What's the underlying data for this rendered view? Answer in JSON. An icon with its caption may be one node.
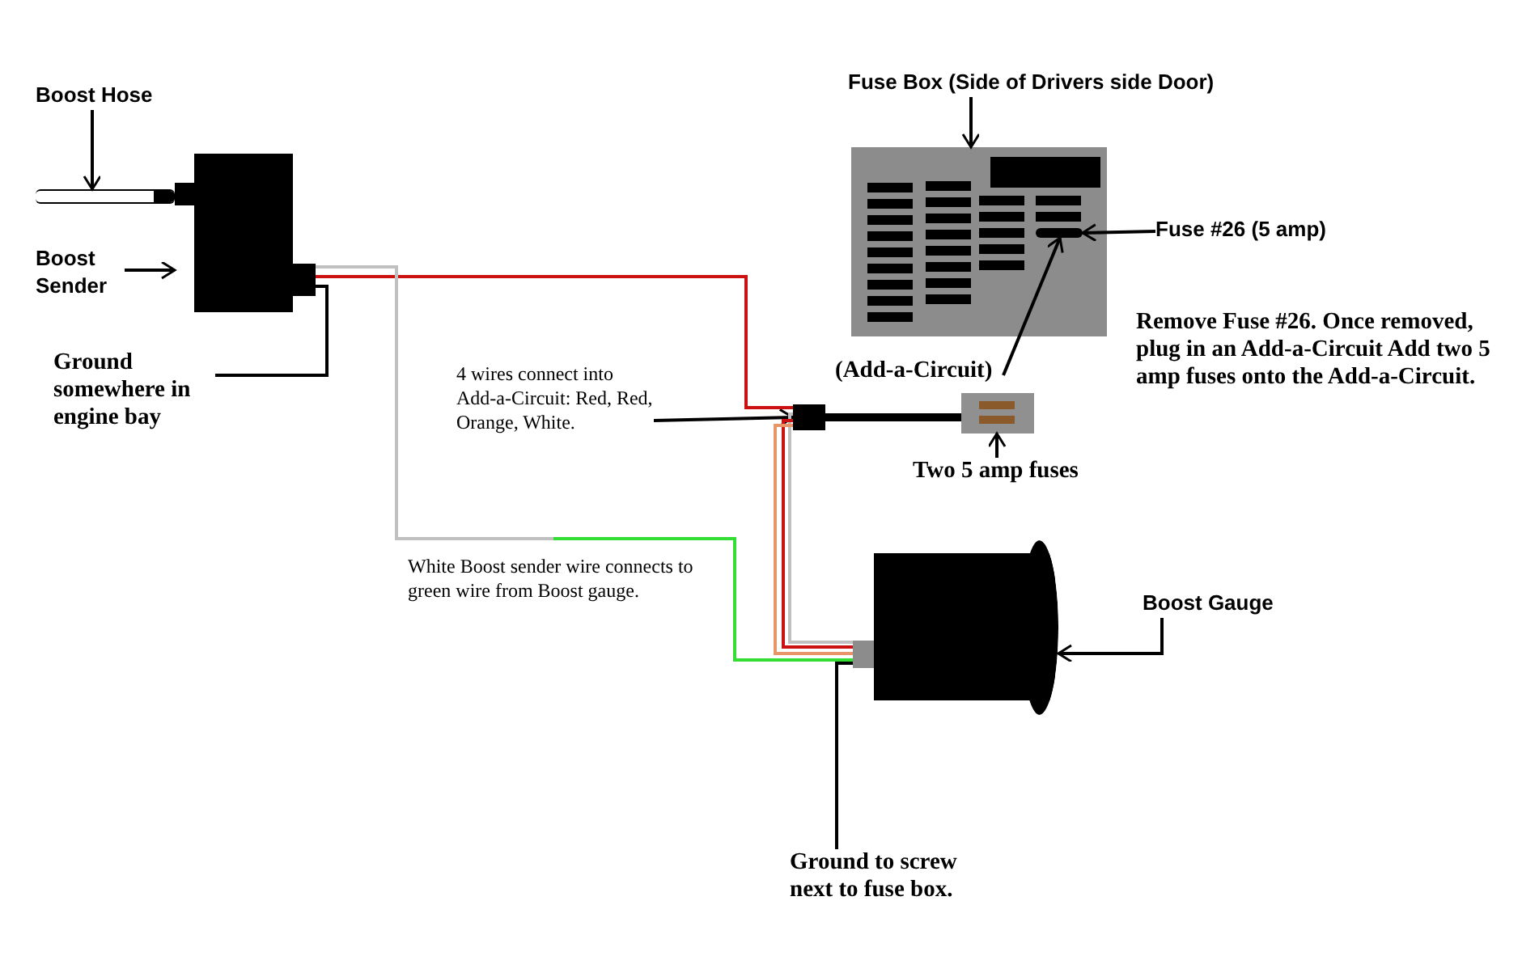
{
  "diagram": {
    "nodes": [
      {
        "text": [
          "Boost Hose"
        ]
      },
      {
        "text": [],
        "shape": "bar"
      },
      {
        "text": [
          "Boost Sender"
        ]
      },
      {
        "text": [],
        "shape": "box"
      },
      {
        "text": [
          "Ground somewhere in engine bay"
        ]
      },
      {
        "text": [
          "Fuse Box (Side of Drivers side Door)"
        ]
      },
      {
        "text": [],
        "shape": "box"
      },
      {
        "text": [],
        "shape": "bar",
        "in": 6
      },
      {
        "text": [
          "Fuse #26 (5 amp)"
        ]
      },
      {
        "text": [
          "(Add-a-Circuit)"
        ]
      },
      {
        "text": [],
        "shape": "box"
      },
      {
        "text": [],
        "shape": "box"
      },
      {
        "text": [
          "Two 5 amp fuses"
        ]
      },
      {
        "text": [
          "4 wires connect into Add-a-Circuit: Red, Red, Orange, White."
        ]
      },
      {
        "text": [],
        "shape": "cylinder"
      },
      {
        "text": [
          "Boost Gauge"
        ]
      },
      {
        "text": [
          "Ground to screw next to fuse box."
        ]
      }
    ],
    "edges": [
      {
        "from": 0,
        "to": 1,
        "arrow": "to"
      },
      {
        "from": 2,
        "to": 3,
        "arrow": "to"
      },
      {
        "from": 3,
        "to": 4,
        "arrow": "none"
      },
      {
        "from": 5,
        "to": 6,
        "arrow": "to"
      },
      {
        "from": 8,
        "to": 7,
        "arrow": "to"
      },
      {
        "from": 9,
        "to": 7,
        "arrow": "to"
      },
      {
        "from": 12,
        "to": 10,
        "arrow": "to"
      },
      {
        "from": 13,
        "to": 11,
        "arrow": "to"
      },
      {
        "from": 15,
        "to": 14,
        "arrow": "to"
      },
      {
        "from": 14,
        "to": 16,
        "arrow": "none"
      },
      {
        "from": 3,
        "to": 11,
        "arrow": "none",
        "color": "#cc1111"
      },
      {
        "from": 3,
        "to": 14,
        "arrow": "none",
        "color": "#c0c0c0"
      },
      {
        "from": 11,
        "to": 10,
        "arrow": "none",
        "style": "thick"
      },
      {
        "from": 11,
        "to": 14,
        "arrow": "none",
        "color": "#c0c0c0"
      },
      {
        "from": 11,
        "to": 14,
        "arrow": "none",
        "color": "#cc1111"
      },
      {
        "from": 11,
        "to": 14,
        "arrow": "none",
        "color": "#e8956a"
      }
    ],
    "labels": [
      "Remove Fuse #26. Once removed, plug in an Add-a-Circuit Add two 5 amp fuses onto the Add-a-Circuit.",
      "White Boost sender wire connects to green wire from Boost gauge."
    ]
  }
}
